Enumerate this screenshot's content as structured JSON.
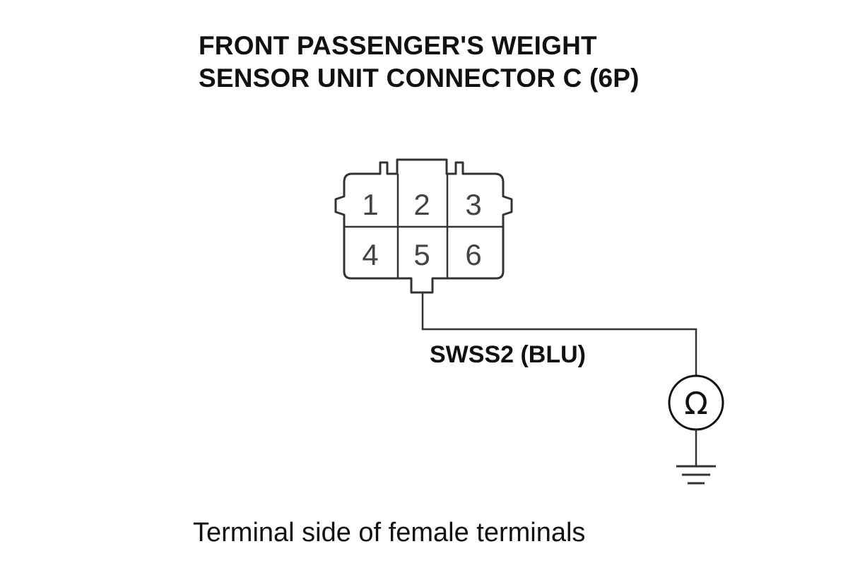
{
  "diagram": {
    "title_line1": "FRONT PASSENGER'S WEIGHT",
    "title_line2": "SENSOR UNIT CONNECTOR C (6P)",
    "connector": {
      "pins": [
        "1",
        "2",
        "3",
        "4",
        "5",
        "6"
      ]
    },
    "wire_label": "SWSS2 (BLU)",
    "meter_symbol": "Ω",
    "caption": "Terminal side of female terminals"
  },
  "icons": {
    "meter": "ohmmeter-icon",
    "ground": "ground-icon"
  },
  "colors": {
    "line": "#333333",
    "text": "#111111"
  }
}
